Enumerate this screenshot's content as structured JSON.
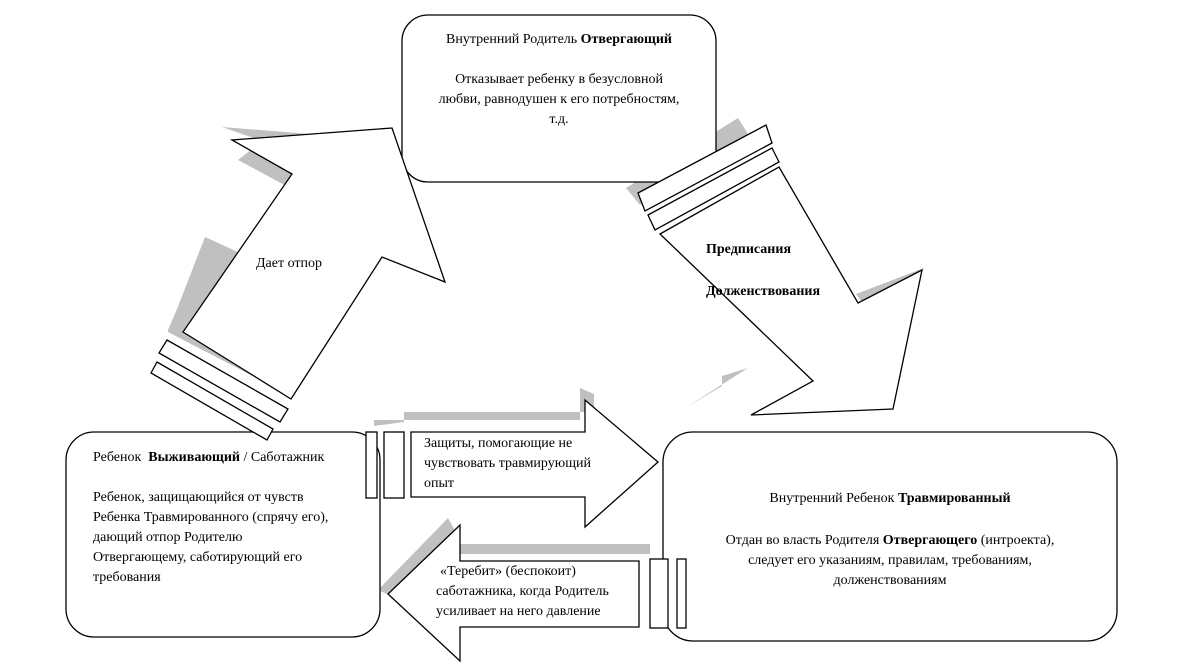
{
  "colors": {
    "stroke": "#000000",
    "fill": "#ffffff",
    "shadow": "#c0c0c0"
  },
  "parent": {
    "title_prefix": "Внутренний Родитель ",
    "title_bold": "Отвергающий",
    "desc": [
      "Отказывает ребенку в безусловной",
      "любви, равнодушен к его потребностям,",
      "т.д."
    ]
  },
  "survivor": {
    "title_prefix": "Ребенок ",
    "title_bold": "Выживающий",
    "title_suffix": " / Саботажник",
    "desc": [
      "Ребенок, защищающийся от чувств",
      "Ребенка Травмированного (спрячу его),",
      "дающий отпор Родителю",
      "Отвергающему, саботирующий его",
      "требования"
    ]
  },
  "traumatized": {
    "title_prefix": "Внутренний Ребенок ",
    "title_bold": "Травмированный",
    "desc1_prefix": "Отдан во власть Родителя ",
    "desc1_bold": "Отвергающего",
    "desc1_suffix": " (интроекта),",
    "desc": [
      "следует его указаниям, правилам, требованиям,",
      "долженствованиям"
    ]
  },
  "arrows": {
    "up_label": "Дает отпор",
    "down_right_labels": [
      "Предписания",
      "Долженствования"
    ],
    "right_label": [
      "Защиты, помогающие не",
      "чувствовать травмирующий",
      "опыт"
    ],
    "left_label": [
      "«Теребит» (беспокоит)",
      "саботажника, когда Родитель",
      "усиливает на него давление"
    ]
  }
}
